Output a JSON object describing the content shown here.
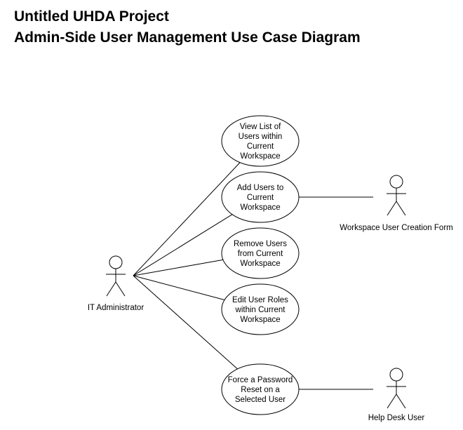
{
  "title_lines": [
    "Untitled UHDA Project",
    "Admin-Side User Management Use Case Diagram"
  ],
  "actors": [
    {
      "id": "admin",
      "label": "IT Administrator"
    },
    {
      "id": "form",
      "label": "Workspace User Creation Form"
    },
    {
      "id": "helpdesk",
      "label": "Help Desk User"
    }
  ],
  "use_cases": [
    {
      "id": "uc1",
      "lines": [
        "View List of",
        "Users within",
        "Current",
        "Workspace"
      ]
    },
    {
      "id": "uc2",
      "lines": [
        "Add Users to",
        "Current",
        "Workspace"
      ]
    },
    {
      "id": "uc3",
      "lines": [
        "Remove Users",
        "from Current",
        "Workspace"
      ]
    },
    {
      "id": "uc4",
      "lines": [
        "Edit User Roles",
        "within Current",
        "Workspace"
      ]
    },
    {
      "id": "uc5",
      "lines": [
        "Force a Password",
        "Reset on a",
        "Selected User"
      ]
    }
  ],
  "associations": [
    [
      "admin",
      "uc1"
    ],
    [
      "admin",
      "uc2"
    ],
    [
      "admin",
      "uc3"
    ],
    [
      "admin",
      "uc4"
    ],
    [
      "admin",
      "uc5"
    ],
    [
      "uc2",
      "form"
    ],
    [
      "uc5",
      "helpdesk"
    ]
  ]
}
